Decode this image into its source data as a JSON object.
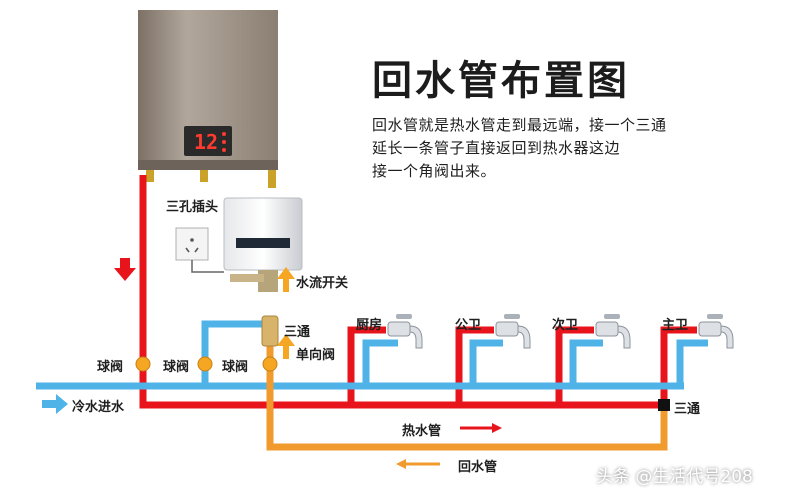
{
  "title": "回水管布置图",
  "description": [
    "回水管就是热水管走到最远端，接一个三通",
    "延长一条管子直接返回到热水器这边",
    "接一个角阀出来。"
  ],
  "labels": {
    "socket": "三孔插头",
    "flow_switch": "水流开关",
    "tee_top": "三通",
    "check_valve": "单向阀",
    "ball_valve_1": "球阀",
    "ball_valve_2": "球阀",
    "ball_valve_3": "球阀",
    "cold_inlet": "冷水进水",
    "kitchen": "厨房",
    "public_bath": "公卫",
    "second_bath": "次卫",
    "master_bath": "主卫",
    "tee_end": "三通",
    "hot_pipe": "热水管",
    "return_pipe": "回水管"
  },
  "heater_display": "12",
  "watermark": "头条 @生活代号208",
  "colors": {
    "hot": "#e8141b",
    "cold": "#4fb3e8",
    "return": "#f19a2e",
    "heater_body": "#9c8f83",
    "heater_panel": "#2a2a2a",
    "valve": "#f5a623"
  }
}
